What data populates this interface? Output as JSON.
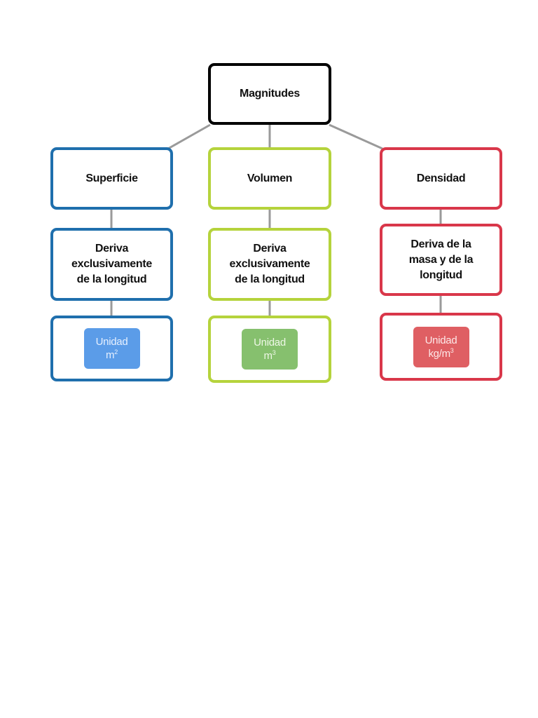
{
  "root": {
    "label": "Magnitudes"
  },
  "columns": [
    {
      "title": "Superficie",
      "description": [
        "Deriva",
        "exclusivamente",
        "de la longitud"
      ],
      "unit": {
        "label": "Unidad",
        "base": "m",
        "exp": "2"
      },
      "color": "#1f6fad",
      "chip_color": "#5b9ce8"
    },
    {
      "title": "Volumen",
      "description": [
        "Deriva",
        "exclusivamente",
        "de la longitud"
      ],
      "unit": {
        "label": "Unidad",
        "base": "m",
        "exp": "3"
      },
      "color": "#b5d33c",
      "chip_color": "#86c06e"
    },
    {
      "title": "Densidad",
      "description": [
        "Deriva de la",
        "masa y de la",
        "longitud"
      ],
      "unit": {
        "label": "Unidad",
        "base": "kg/m",
        "exp": "3"
      },
      "color": "#d9374a",
      "chip_color": "#df5f63"
    }
  ],
  "connector_color": "#9a9a9a"
}
